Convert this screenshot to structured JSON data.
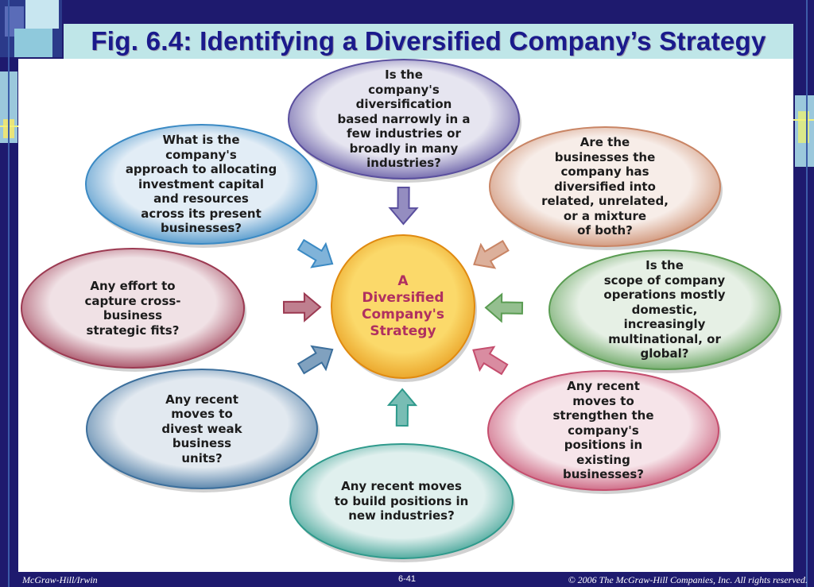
{
  "title": "Fig. 6.4:  Identifying  a  Diversified  Company’s  Strategy",
  "center": {
    "label": "A\nDiversified\nCompany's\nStrategy"
  },
  "bubbles": [
    {
      "label": "Is the\ncompany's\ndiversification\nbased narrowly in a\nfew industries or\nbroadly in many\nindustries?",
      "color": "#5a4f9e"
    },
    {
      "label": "Are the\nbusinesses the\ncompany has\ndiversified into\nrelated, unrelated,\nor a mixture\nof both?",
      "color": "#c98565"
    },
    {
      "label": "Is the\nscope of company\noperations mostly\ndomestic,\nincreasingly\nmultinational, or\nglobal?",
      "color": "#5a9c52"
    },
    {
      "label": "Any recent\nmoves to\nstrengthen the\ncompany's\npositions in\nexisting\nbusinesses?",
      "color": "#c54e6e"
    },
    {
      "label": "Any recent moves\nto build positions in\nnew industries?",
      "color": "#2f9a8c"
    },
    {
      "label": "Any recent\nmoves to\ndivest weak\nbusiness\nunits?",
      "color": "#3c6f9c"
    },
    {
      "label": "Any effort to\ncapture cross-\nbusiness\nstrategic fits?",
      "color": "#9c3a52"
    },
    {
      "label": "What is the\ncompany's\napproach to allocating\ninvestment capital\nand resources\nacross its present\nbusinesses?",
      "color": "#3b8ac4"
    }
  ],
  "footer": {
    "left": "McGraw-Hill/Irwin",
    "center": "6-41",
    "right": "© 2006 The McGraw-Hill Companies, Inc. All rights reserved."
  }
}
